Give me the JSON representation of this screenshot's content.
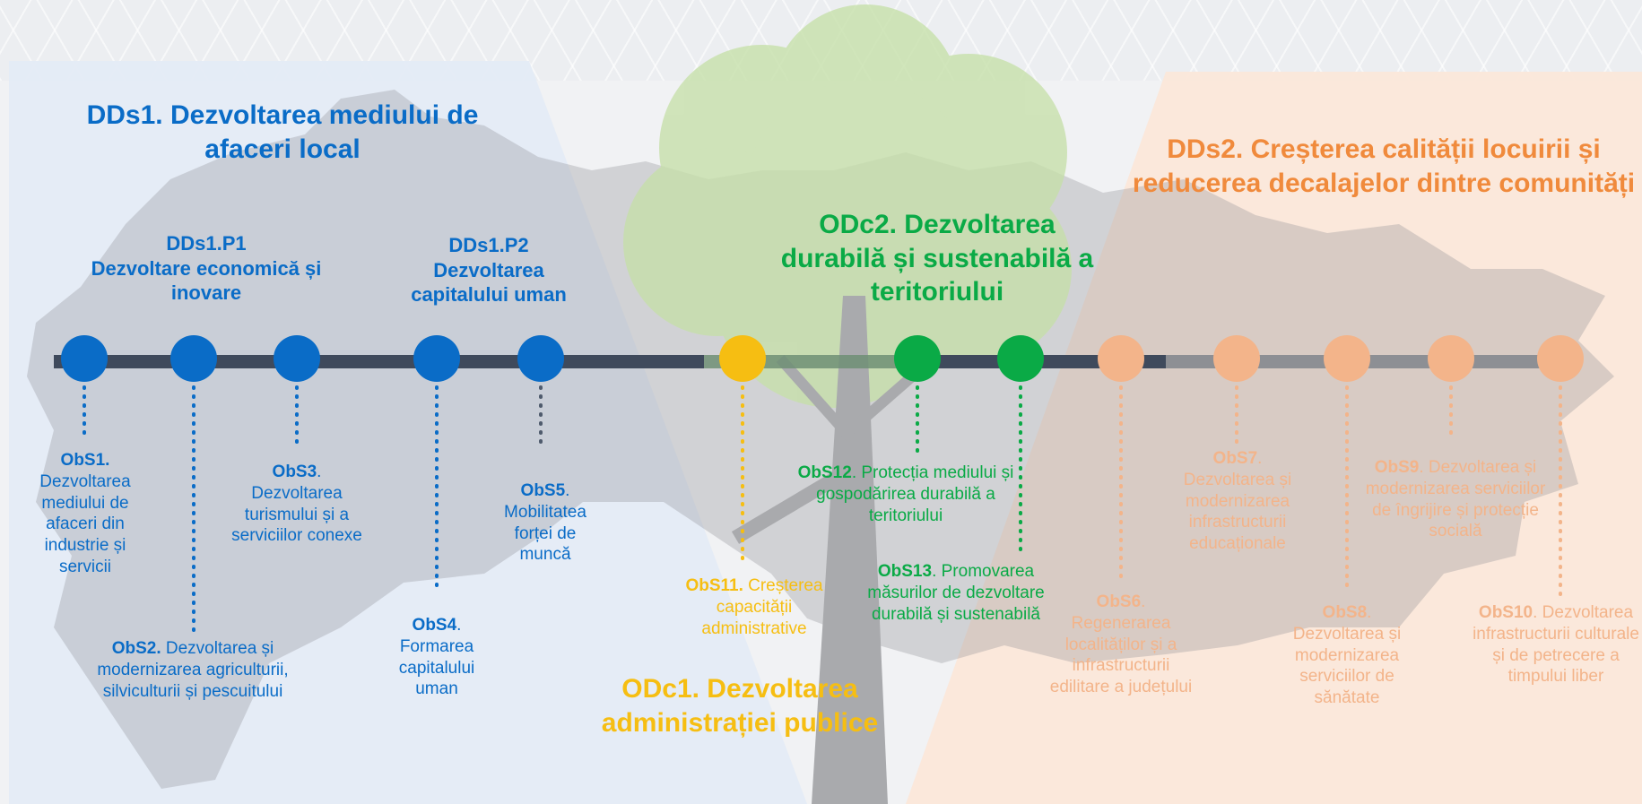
{
  "colors": {
    "blue": "#0a6cc7",
    "green": "#0aaa46",
    "yellow": "#f6be12",
    "orange": "#f08a3c",
    "peach": "#f3b48a",
    "timeline": "#3f4a5c"
  },
  "directions": {
    "dds1": {
      "title": "DDs1. Dezvoltarea mediului de afaceri local"
    },
    "dds2": {
      "title": "DDs2. Creșterea calității locuirii și reducerea decalajelor dintre comunități"
    },
    "odc1": {
      "title": "ODc1. Dezvoltarea administrației publice"
    },
    "odc2": {
      "title": "ODc2. Dezvoltarea durabilă și sustenabilă a teritoriului"
    }
  },
  "priorities": {
    "p1": {
      "code": "DDs1.P1",
      "label": "Dezvoltare economică și inovare"
    },
    "p2": {
      "code": "DDs1.P2",
      "label": "Dezvoltarea capitalului uman"
    }
  },
  "objectives": {
    "obs1": {
      "code": "ObS1.",
      "text": "Dezvoltarea mediului de afaceri din industrie și servicii"
    },
    "obs2": {
      "code": "ObS2.",
      "text": "Dezvoltarea și modernizarea agriculturii, silviculturii și pescuitului"
    },
    "obs3": {
      "code": "ObS3",
      "text": ". Dezvoltarea turismului și a serviciilor conexe"
    },
    "obs4": {
      "code": "ObS4",
      "text": ". Formarea capitalului uman"
    },
    "obs5": {
      "code": "ObS5",
      "text": ". Mobilitatea forței de muncă"
    },
    "obs6": {
      "code": "ObS6",
      "text": ". Regenerarea localităților și a infrastructurii edilitare a județului"
    },
    "obs7": {
      "code": "ObS7",
      "text": ". Dezvoltarea și modernizarea infrastructurii educaționale"
    },
    "obs8": {
      "code": "ObS8",
      "text": ". Dezvoltarea și modernizarea serviciilor de sănătate"
    },
    "obs9": {
      "code": "ObS9",
      "text": ". Dezvoltarea și modernizarea serviciilor de îngrijire și protecție socială"
    },
    "obs10": {
      "code": "ObS10",
      "text": ". Dezvoltarea infrastructurii culturale și de petrecere a timpului liber"
    },
    "obs11": {
      "code": "ObS11.",
      "text": " Creșterea capacității administrative"
    },
    "obs12": {
      "code": "ObS12",
      "text": ". Protecția mediului și gospodărirea durabilă a teritoriului"
    },
    "obs13": {
      "code": "ObS13",
      "text": ". Promovarea măsurilor de dezvoltare durabilă și sustenabilă"
    }
  }
}
